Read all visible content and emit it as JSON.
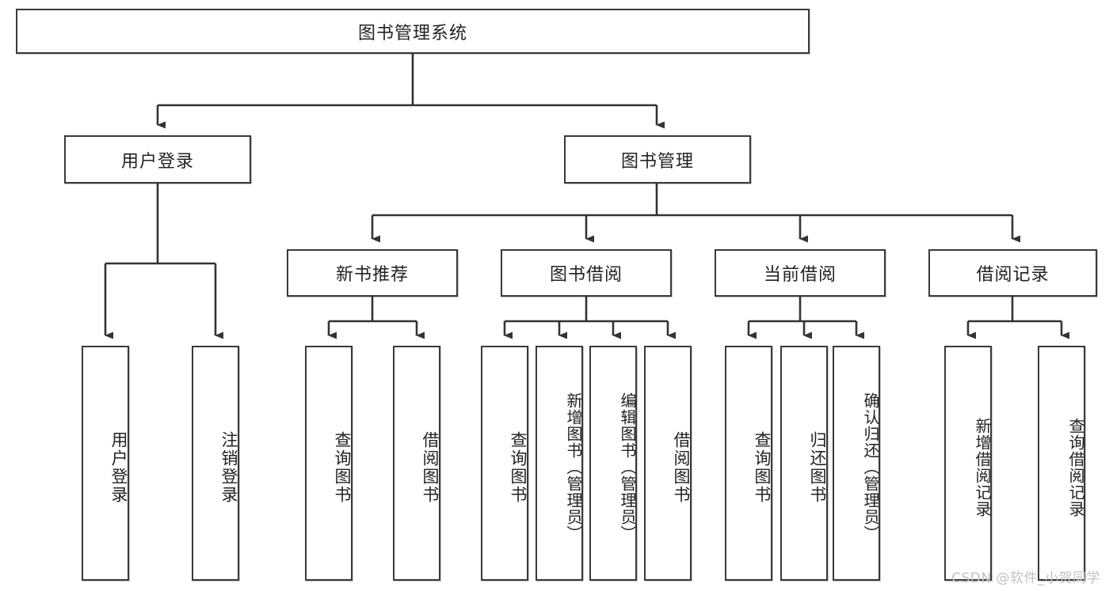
{
  "diagram": {
    "type": "tree-hierarchy",
    "title_node": {
      "label": "图书管理系统"
    },
    "level2": [
      {
        "label": "用户登录"
      },
      {
        "label": "图书管理"
      }
    ],
    "level3": [
      {
        "label": "新书推荐"
      },
      {
        "label": "图书借阅"
      },
      {
        "label": "当前借阅"
      },
      {
        "label": "借阅记录"
      }
    ],
    "leaves": {
      "user_login": [
        {
          "label": "用户登录"
        },
        {
          "label": "注销登录"
        }
      ],
      "new_book_recommend": [
        {
          "label": "查询图书"
        },
        {
          "label": "借阅图书"
        }
      ],
      "book_borrow": [
        {
          "label": "查询图书"
        },
        {
          "label": "新增图书（管理员）"
        },
        {
          "label": "编辑图书（管理员）"
        },
        {
          "label": "借阅图书"
        }
      ],
      "current_borrow": [
        {
          "label": "查询图书"
        },
        {
          "label": "归还图书"
        },
        {
          "label": "确认归还（管理员）"
        }
      ],
      "borrow_record": [
        {
          "label": "新增借阅记录"
        },
        {
          "label": "查询借阅记录"
        }
      ]
    }
  },
  "watermark": {
    "text": "CSDN @软件_小贺同学"
  },
  "colors": {
    "border": "#3a3a3a",
    "text": "#222222",
    "background": "#ffffff",
    "watermark": "#c2c2c2"
  }
}
